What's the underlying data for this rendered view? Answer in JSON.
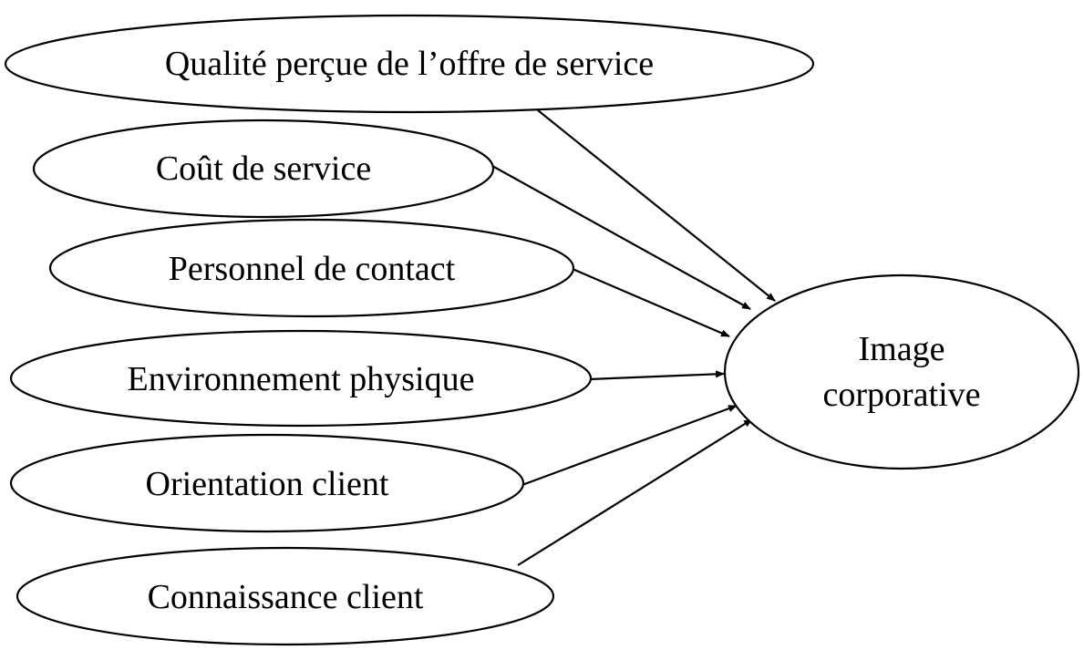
{
  "diagram": {
    "sources": [
      {
        "id": "qualite",
        "label": "Qualité perçue de l’offre de service"
      },
      {
        "id": "cout",
        "label": "Coût de service"
      },
      {
        "id": "personnel",
        "label": "Personnel de contact"
      },
      {
        "id": "environnement",
        "label": "Environnement physique"
      },
      {
        "id": "orientation",
        "label": "Orientation client"
      },
      {
        "id": "connaissance",
        "label": "Connaissance client"
      }
    ],
    "target": {
      "id": "image",
      "label_line1": "Image",
      "label_line2": "corporative"
    },
    "edges": [
      {
        "from": "qualite",
        "to": "image"
      },
      {
        "from": "cout",
        "to": "image"
      },
      {
        "from": "personnel",
        "to": "image"
      },
      {
        "from": "environnement",
        "to": "image"
      },
      {
        "from": "orientation",
        "to": "image"
      },
      {
        "from": "connaissance",
        "to": "image"
      }
    ]
  }
}
